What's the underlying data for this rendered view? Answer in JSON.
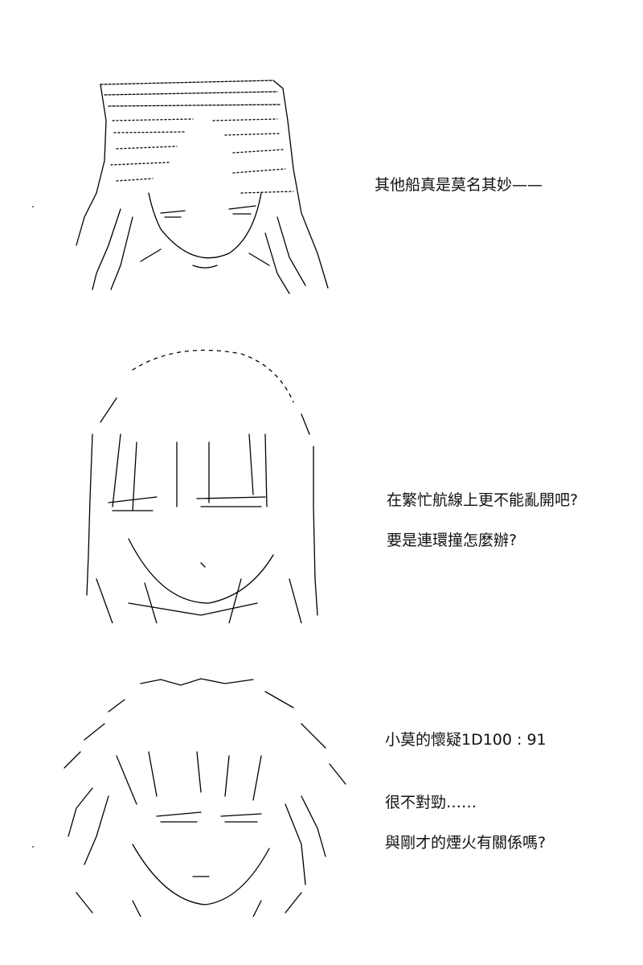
{
  "panels": [
    {
      "art_icon": "cat-ear-hood-girl-ascii-art-icon",
      "caption_lines": [
        "其他船真是莫名其妙——"
      ]
    },
    {
      "art_icon": "bob-hair-girl-ascii-art-icon",
      "caption_lines": [
        "在繁忙航線上更不能亂開吧?",
        "要是連環撞怎麼辦?"
      ]
    },
    {
      "art_icon": "messy-hair-girl-ascii-art-icon",
      "caption_lines": [
        "小莫的懷疑1D100 : 91",
        "很不對勁……",
        "與剛才的煙火有關係嗎?"
      ]
    }
  ],
  "colors": {
    "background": "#ffffff",
    "ink": "#000000"
  }
}
